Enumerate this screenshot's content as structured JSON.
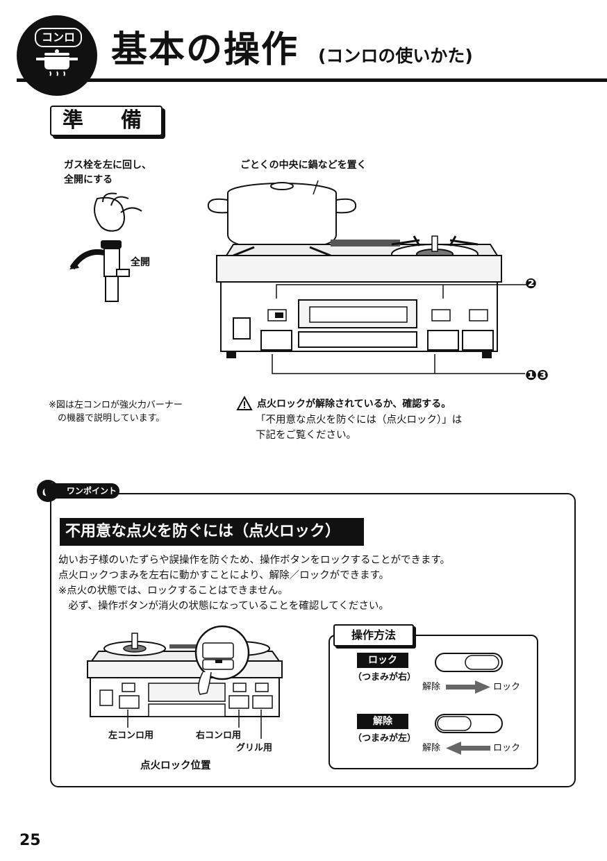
{
  "header": {
    "category": "コンロ",
    "title": "基本の操作",
    "subtitle": "(コンロの使いかた)"
  },
  "prep": {
    "label": "準　備",
    "gas_valve_note": "ガス栓を左に回し、\n全開にする",
    "full_open": "全開",
    "pot_note": "ごとくの中央に鍋などを置く",
    "callout_2": "❷",
    "callout_13": "❶❸",
    "figure_note": "※図は左コンロが強火力バーナー\n　の機器で説明しています。",
    "warning_title": "点火ロックが解除されているか、確認する。",
    "warning_body": "「不用意な点火を防ぐには（点火ロック）」は\n下記をご覧ください。"
  },
  "one_point": {
    "badge": "ワンポイント",
    "title": "不用意な点火を防ぐには（点火ロック）",
    "paragraphs": [
      "幼いお子様のいたずらや誤操作を防ぐため、操作ボタンをロックすることができます。",
      "点火ロックつまみを左右に動かすことにより、解除／ロックができます。",
      "※点火の状態では、ロックすることはできません。",
      "　必ず、操作ボタンが消火の状態になっていることを確認してください。"
    ],
    "labels": {
      "left": "左コンロ用",
      "right": "右コンロ用",
      "grill": "グリル用",
      "position": "点火ロック位置"
    },
    "method": {
      "title": "操作方法",
      "lock_label": "ロック",
      "lock_sub": "（つまみが右）",
      "unlock_label": "解除",
      "unlock_sub": "（つまみが左）",
      "release": "解除",
      "lock": "ロック"
    }
  },
  "page_number": "25"
}
